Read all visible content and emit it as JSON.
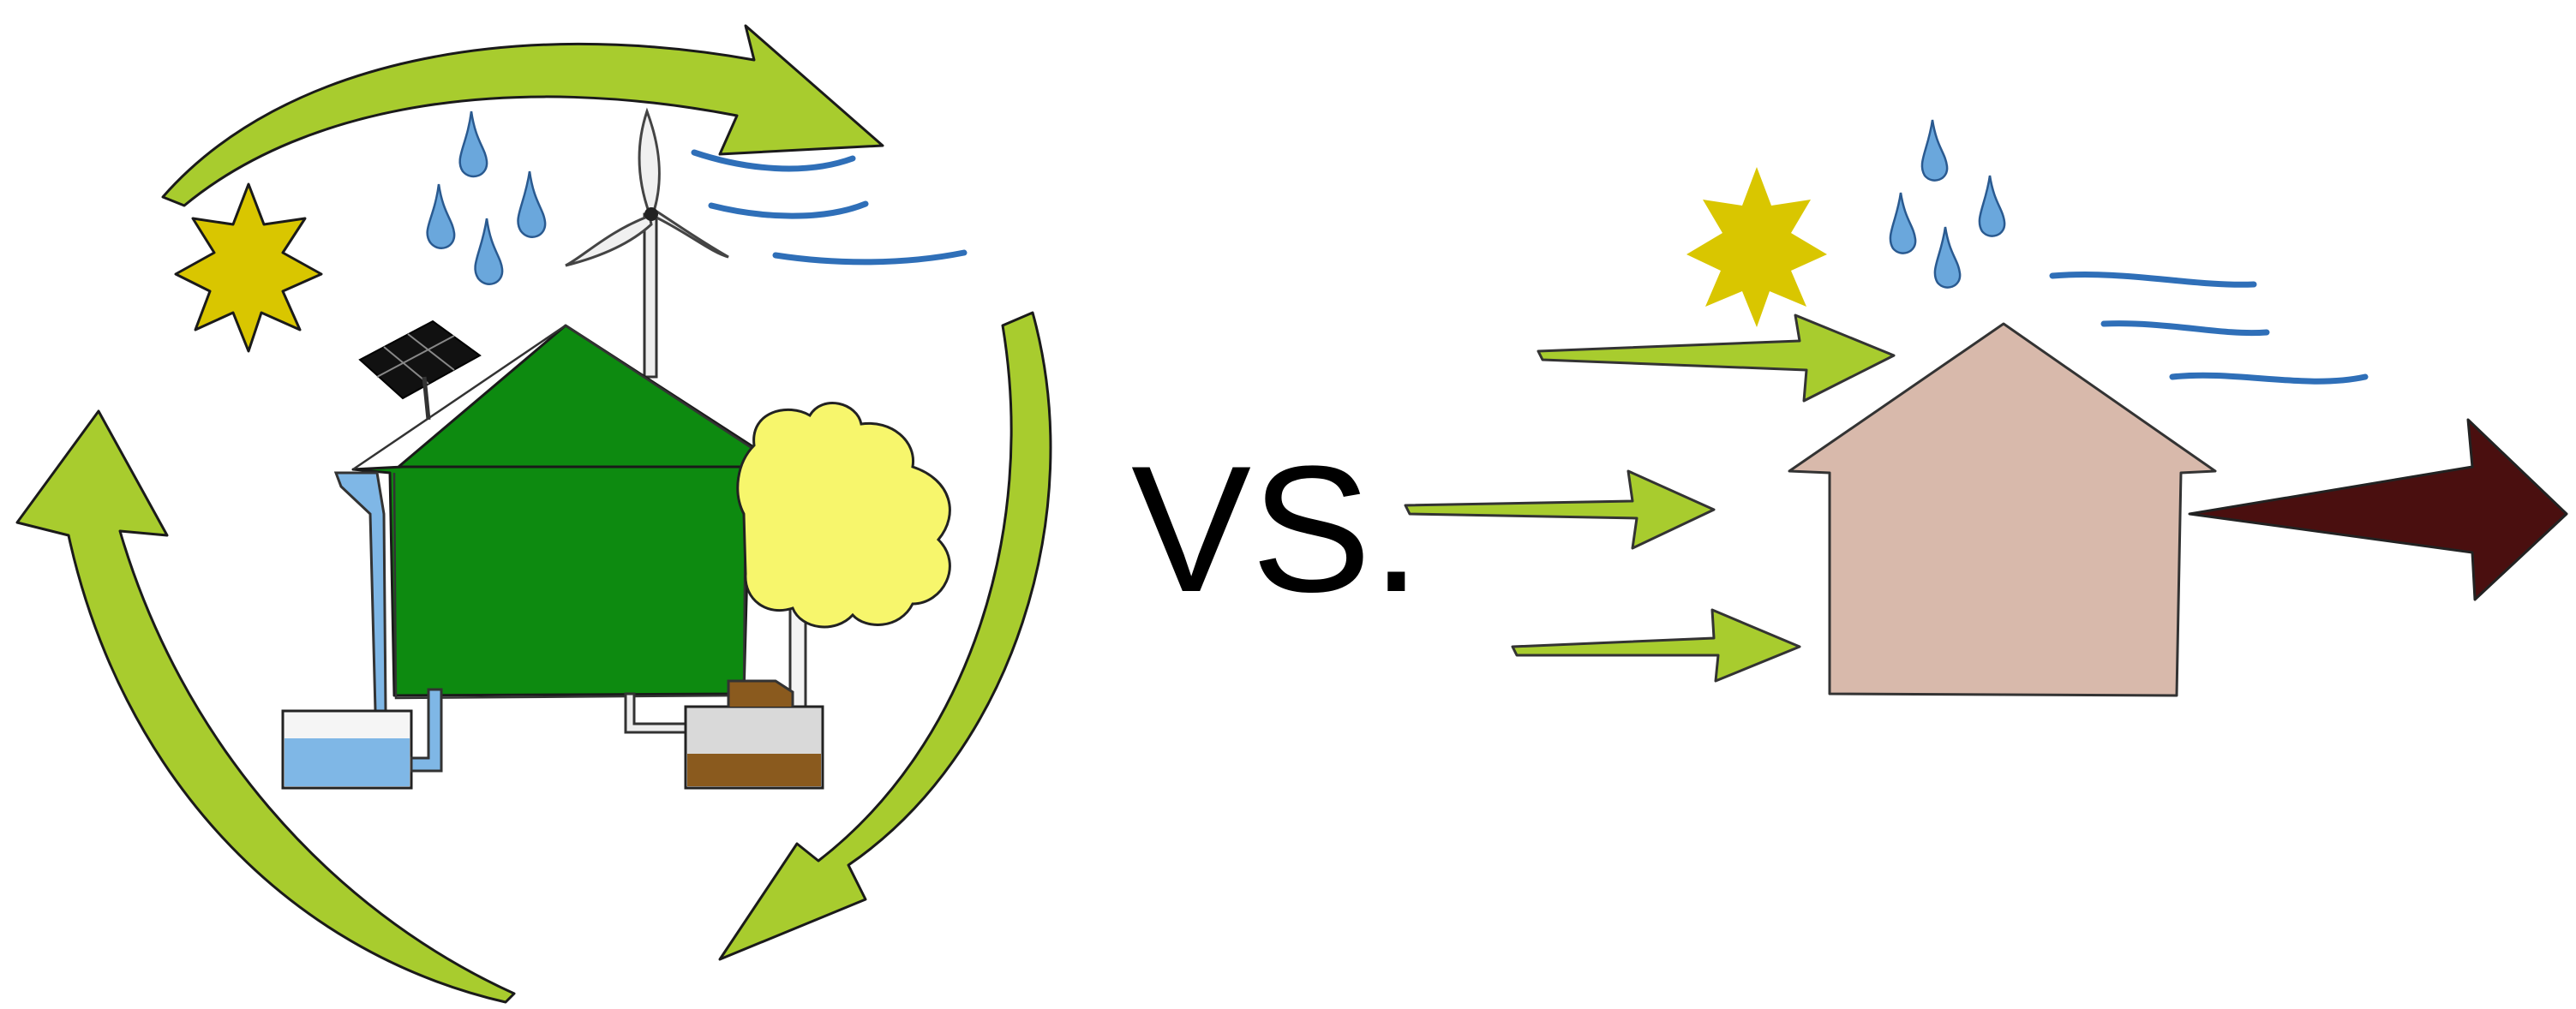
{
  "diagram": {
    "separator_text": "VS.",
    "left_panel": {
      "components": [
        "sun-icon",
        "rain-drops",
        "wind-gusts",
        "wind-turbine",
        "solar-panel",
        "green-house",
        "tree",
        "water-tank",
        "compost-bin",
        "cycle-arrows"
      ]
    },
    "right_panel": {
      "components": [
        "sun-icon",
        "rain-drops",
        "wind-gusts",
        "plain-house",
        "input-arrows",
        "output-arrow"
      ]
    }
  },
  "colors": {
    "cycle_arrow": "#a8cc2e",
    "green_house": "#0d8a10",
    "plain_house": "#d8b9ab",
    "sun": "#d9c600",
    "drop": "#6aa7dc",
    "wind": "#2f6fb8",
    "tree": "#f7f66c",
    "output_arrow": "#4a0f0f",
    "solar_panel": "#111111",
    "soil": "#8a5a1e",
    "water": "#7fb7e6"
  }
}
